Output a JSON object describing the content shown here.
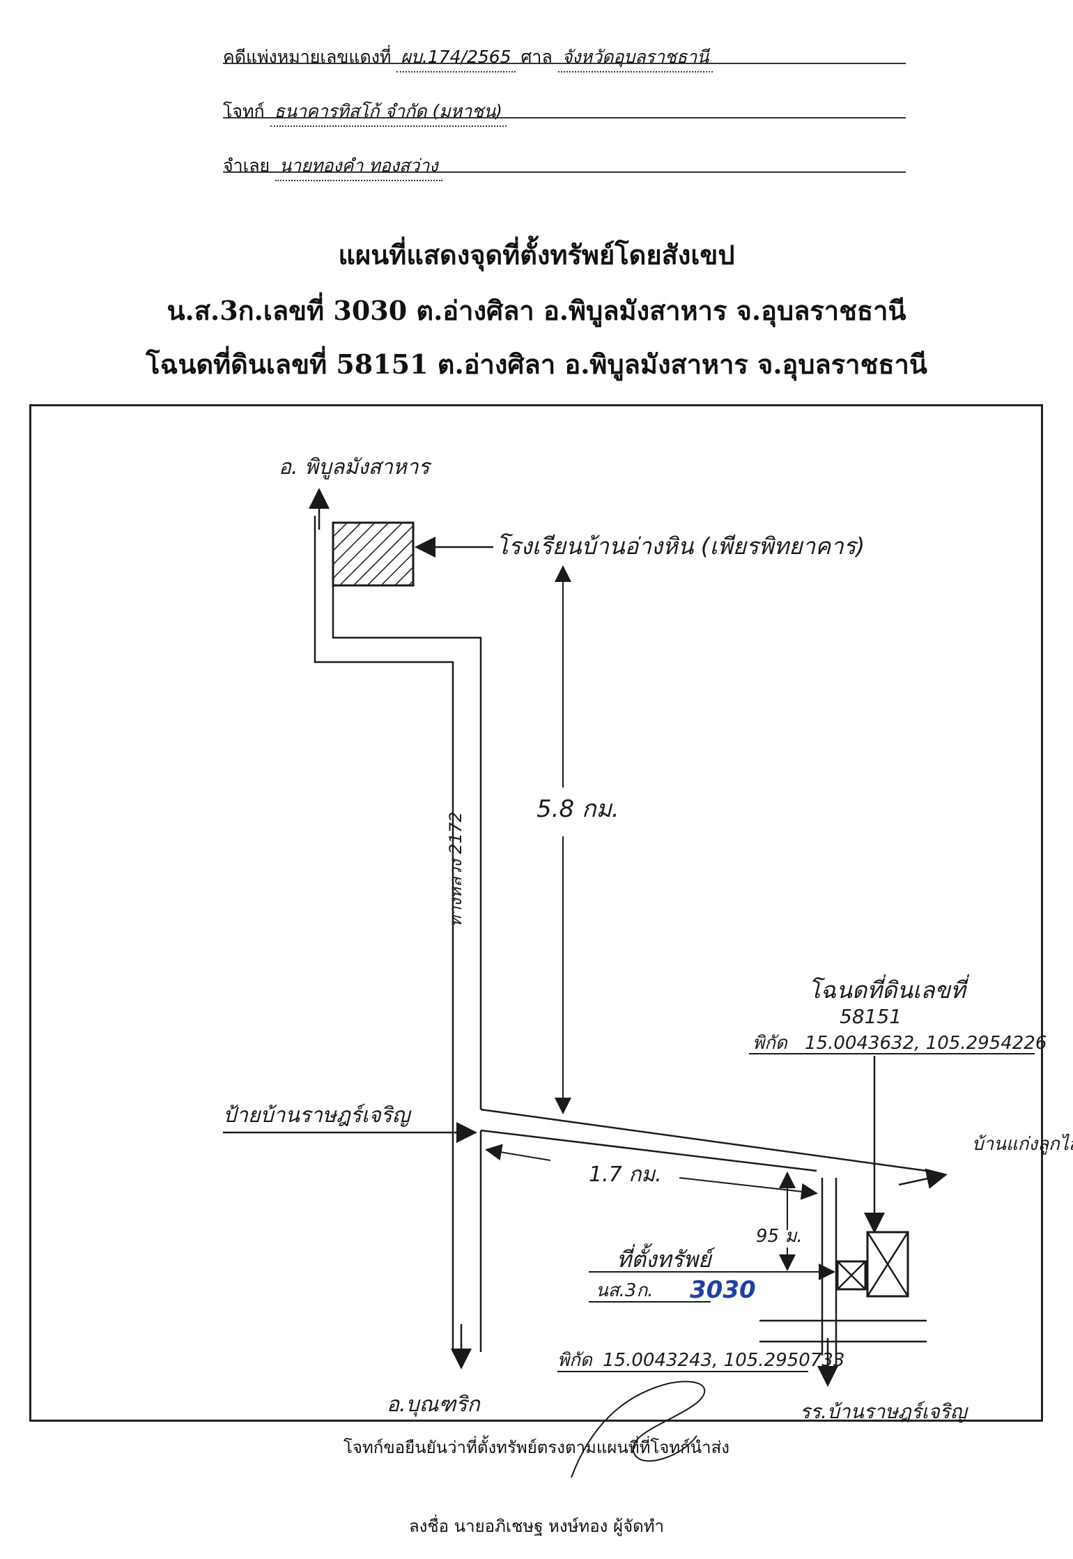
{
  "header": {
    "case_label": "คดีแพ่งหมายเลขแดงที่",
    "case_number": "ผบ.174/2565",
    "court_label": "ศาล",
    "court_name": "จังหวัดอุบลราชธานี",
    "plaintiff_label": "โจทก์",
    "plaintiff_name": "ธนาคารทิสโก้ จำกัด (มหาชน)",
    "defendant_label": "จำเลย",
    "defendant_name": "นายทองคำ ทองสว่าง"
  },
  "title": {
    "line1": "แผนที่แสดงจุดที่ตั้งทรัพย์โดยสังเขป",
    "line2": "น.ส.3ก.เลขที่ 3030 ต.อ่างศิลา อ.พิบูลมังสาหาร จ.อุบลราชธานี",
    "line3": "โฉนดที่ดินเลขที่ 58151 ต.อ่างศิลา อ.พิบูลมังสาหาร จ.อุบลราชธานี"
  },
  "map": {
    "north_destination": "อ. พิบูลมังสาหาร",
    "school_label": "โรงเรียนบ้านอ่างหิน (เพียรพิทยาคาร)",
    "road_label": "ทางหลวง 2172",
    "distance_main": "5.8 กม.",
    "title_deed_label": "โฉนดที่ดินเลขที่",
    "title_deed_number": "58151",
    "deed_coords_label": "พิกัด",
    "deed_coords": "15.0043632, 105.2954226",
    "village_sign_label": "ป้ายบ้านราษฎร์เจริญ",
    "east_destination": "บ้านแก่งลูกไส",
    "distance_branch": "1.7 กม.",
    "distance_side": "95 ม.",
    "property_label": "ที่ตั้งทรัพย์",
    "property_doc": "นส.3ก.",
    "property_number": "3030",
    "property_coords_label": "พิกัด",
    "property_coords": "15.0043243, 105.2950733",
    "south_destination": "อ.บุณฑริก",
    "school2_label": "รร.บ้านราษฎร์เจริญ"
  },
  "footer": {
    "confirm_text": "โจทก์ขอยืนยันว่าที่ตั้งทรัพย์ตรงตามแผนที่ที่โจทก์นำส่ง",
    "sign_text": "ลงชื่อ นายอภิเชษฐ หงษ์ทอง ผู้จัดทำ"
  },
  "colors": {
    "ink": "#1a1a1a",
    "blue_ink": "#1f3fa8"
  }
}
